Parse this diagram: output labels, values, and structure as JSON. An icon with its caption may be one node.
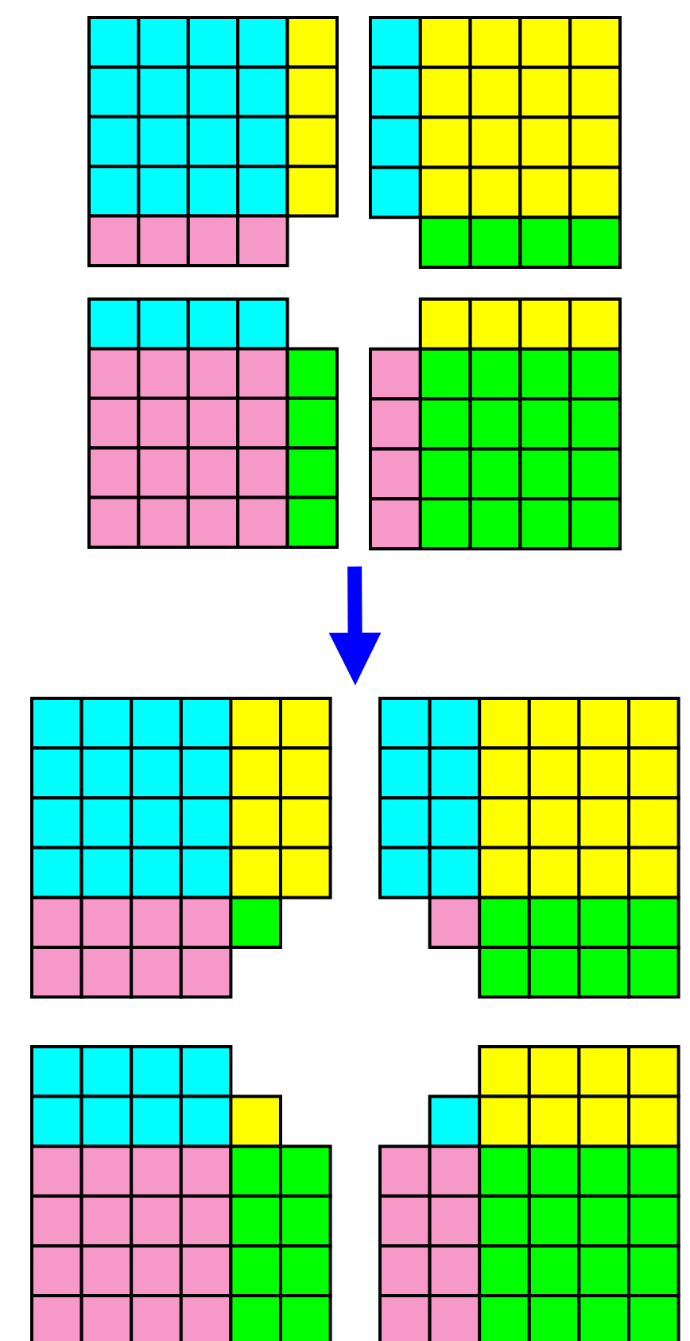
{
  "diagram": {
    "nodes": [
      {
        "text": [],
        "shape": "grid"
      },
      {
        "text": [],
        "shape": "grid"
      }
    ],
    "edges": [
      {
        "from": 0,
        "to": 1,
        "arrow": "to",
        "color": "#0000ff"
      }
    ]
  }
}
